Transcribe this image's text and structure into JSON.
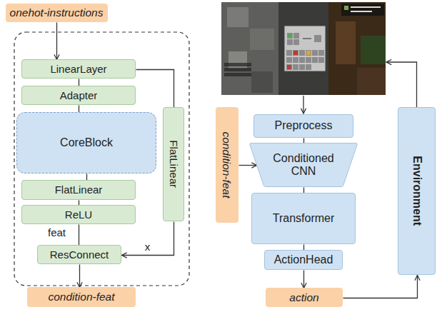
{
  "diagram": {
    "nodes": [
      {
        "text": [
          "onehot-instructions"
        ]
      },
      {
        "text": [
          "LinearLayer"
        ]
      },
      {
        "text": [
          "Adapter"
        ]
      },
      {
        "text": [
          "CoreBlock"
        ]
      },
      {
        "text": [
          "FlatLinear"
        ]
      },
      {
        "text": [
          "ReLU"
        ]
      },
      {
        "text": [
          "ResConnect"
        ]
      },
      {
        "text": [
          "FlatLinear"
        ]
      },
      {
        "text": [
          "condition-feat"
        ]
      },
      {
        "text": [
          "Preprocess"
        ]
      },
      {
        "text": [
          "Conditioned CNN"
        ]
      },
      {
        "text": [
          "Transformer"
        ]
      },
      {
        "text": [
          "ActionHead"
        ]
      },
      {
        "text": [
          "condition-feat"
        ]
      },
      {
        "text": [
          "action"
        ]
      },
      {
        "text": [
          "Environment"
        ]
      }
    ],
    "edges": [
      {
        "from": 0,
        "to": 1,
        "arrow": "to"
      },
      {
        "from": 1,
        "to": 2,
        "arrow": "none"
      },
      {
        "from": 2,
        "to": 3,
        "arrow": "none"
      },
      {
        "from": 3,
        "to": 4,
        "arrow": "none"
      },
      {
        "from": 4,
        "to": 5,
        "arrow": "none"
      },
      {
        "from": 5,
        "to": 6,
        "label": "feat",
        "arrow": "none"
      },
      {
        "from": 1,
        "to": 7,
        "arrow": "none"
      },
      {
        "from": 7,
        "to": 6,
        "label": "x",
        "arrow": "to"
      },
      {
        "from": 6,
        "to": 8,
        "arrow": "to"
      },
      {
        "from": 13,
        "to": 10,
        "arrow": "to"
      },
      {
        "from": 9,
        "to": 10,
        "arrow": "none"
      },
      {
        "from": 10,
        "to": 11,
        "arrow": "none"
      },
      {
        "from": 11,
        "to": 12,
        "arrow": "none"
      },
      {
        "from": 12,
        "to": 14,
        "arrow": "to"
      },
      {
        "from": 14,
        "to": 15,
        "arrow": "to"
      }
    ]
  }
}
